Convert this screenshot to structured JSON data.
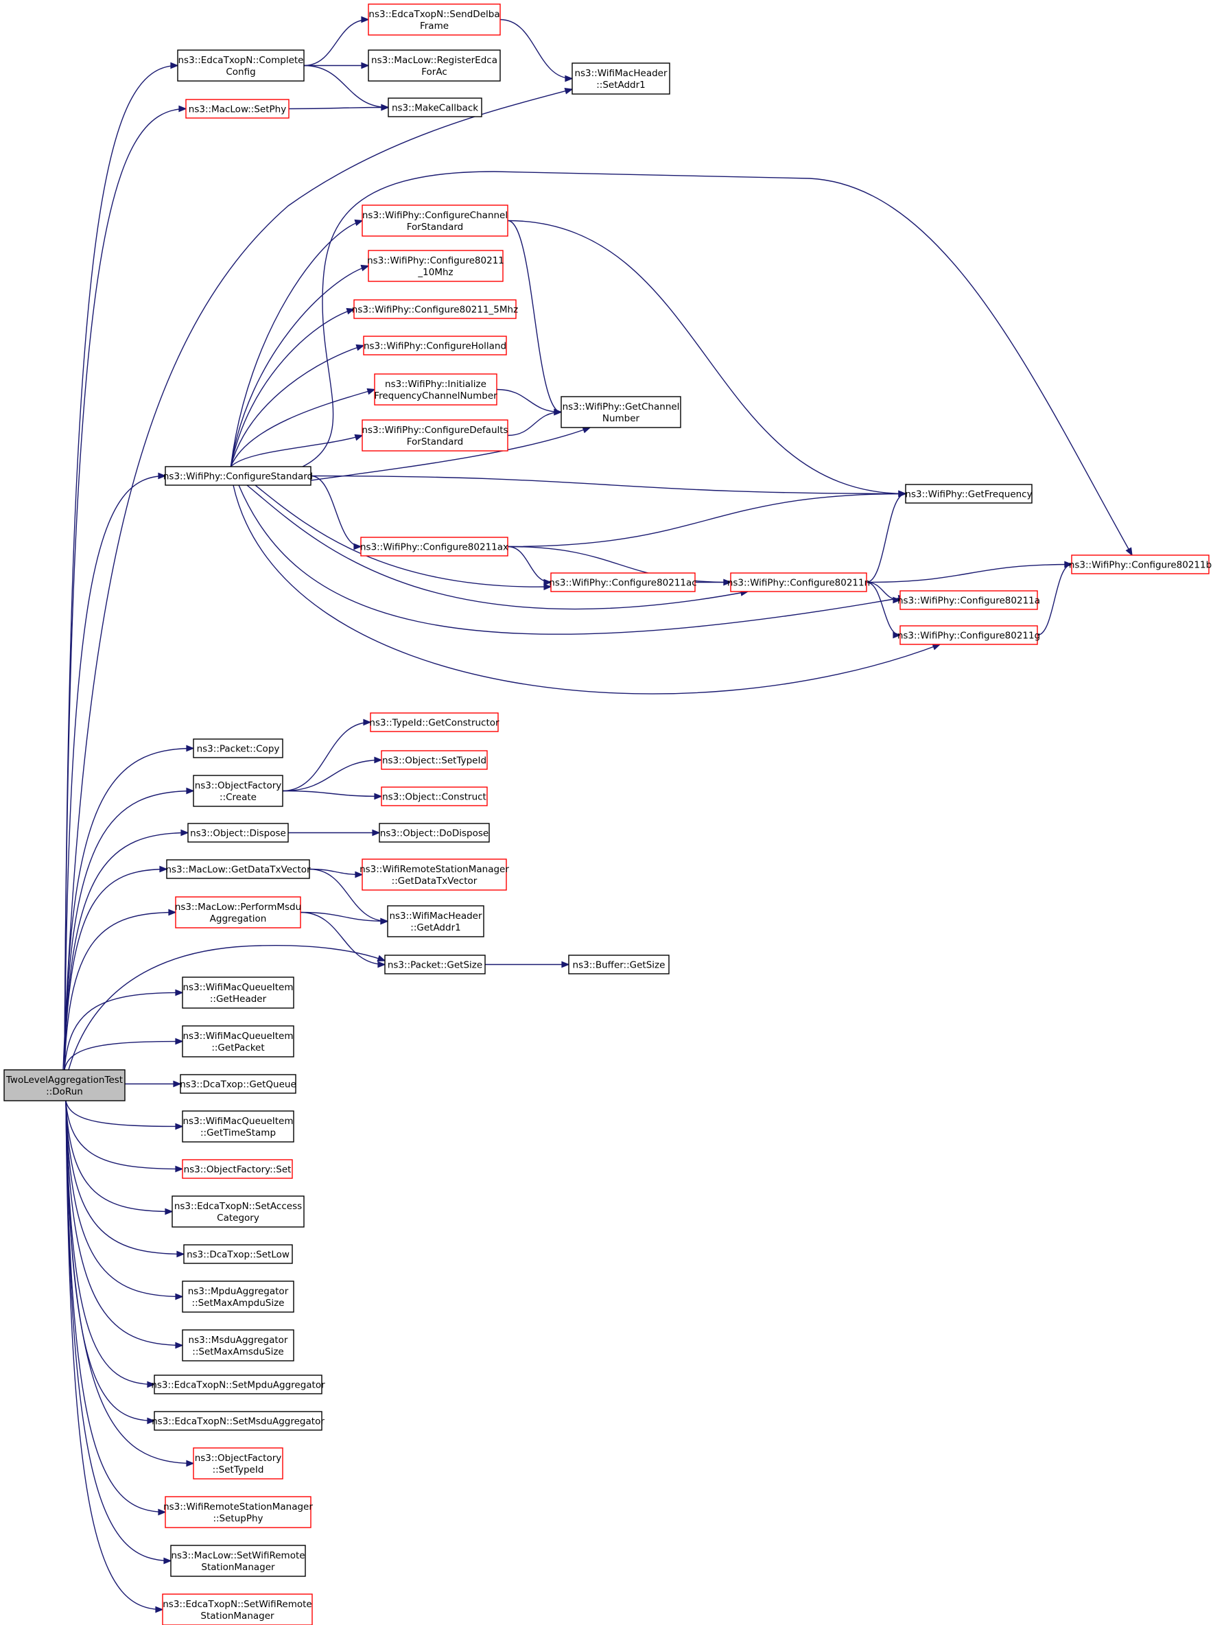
{
  "colors": {
    "edge": "#191970",
    "border_normal": "#000000",
    "border_truncated": "#ff0000",
    "root_fill": "#bfbfbf",
    "node_fill": "#ffffff"
  },
  "nodes": {
    "root": {
      "lines": [
        "TwoLevelAggregationTest",
        "::DoRun"
      ],
      "kind": "root"
    },
    "complete_config": {
      "lines": [
        "ns3::EdcaTxopN::Complete",
        "Config"
      ],
      "kind": "normal"
    },
    "send_delba": {
      "lines": [
        "ns3::EdcaTxopN::SendDelba",
        "Frame"
      ],
      "kind": "truncated"
    },
    "register_edca": {
      "lines": [
        "ns3::MacLow::RegisterEdca",
        "ForAc"
      ],
      "kind": "normal"
    },
    "make_callback": {
      "lines": [
        "ns3::MakeCallback"
      ],
      "kind": "normal"
    },
    "set_phy": {
      "lines": [
        "ns3::MacLow::SetPhy"
      ],
      "kind": "truncated"
    },
    "set_addr1": {
      "lines": [
        "ns3::WifiMacHeader",
        "::SetAddr1"
      ],
      "kind": "normal"
    },
    "configure_channel": {
      "lines": [
        "ns3::WifiPhy::ConfigureChannel",
        "ForStandard"
      ],
      "kind": "truncated"
    },
    "configure_10mhz": {
      "lines": [
        "ns3::WifiPhy::Configure80211",
        "_10Mhz"
      ],
      "kind": "truncated"
    },
    "configure_5mhz": {
      "lines": [
        "ns3::WifiPhy::Configure80211_5Mhz"
      ],
      "kind": "truncated"
    },
    "configure_holland": {
      "lines": [
        "ns3::WifiPhy::ConfigureHolland"
      ],
      "kind": "truncated"
    },
    "initialize_freq": {
      "lines": [
        "ns3::WifiPhy::Initialize",
        "FrequencyChannelNumber"
      ],
      "kind": "truncated"
    },
    "configure_defaults": {
      "lines": [
        "ns3::WifiPhy::ConfigureDefaults",
        "ForStandard"
      ],
      "kind": "truncated"
    },
    "get_channel_number": {
      "lines": [
        "ns3::WifiPhy::GetChannel",
        "Number"
      ],
      "kind": "normal"
    },
    "configure_standard": {
      "lines": [
        "ns3::WifiPhy::ConfigureStandard"
      ],
      "kind": "normal"
    },
    "get_frequency": {
      "lines": [
        "ns3::WifiPhy::GetFrequency"
      ],
      "kind": "normal"
    },
    "configure_ax": {
      "lines": [
        "ns3::WifiPhy::Configure80211ax"
      ],
      "kind": "truncated"
    },
    "configure_ac": {
      "lines": [
        "ns3::WifiPhy::Configure80211ac"
      ],
      "kind": "truncated"
    },
    "configure_n": {
      "lines": [
        "ns3::WifiPhy::Configure80211n"
      ],
      "kind": "truncated"
    },
    "configure_b": {
      "lines": [
        "ns3::WifiPhy::Configure80211b"
      ],
      "kind": "truncated"
    },
    "configure_a": {
      "lines": [
        "ns3::WifiPhy::Configure80211a"
      ],
      "kind": "truncated"
    },
    "configure_g": {
      "lines": [
        "ns3::WifiPhy::Configure80211g"
      ],
      "kind": "truncated"
    },
    "packet_copy": {
      "lines": [
        "ns3::Packet::Copy"
      ],
      "kind": "normal"
    },
    "get_constructor": {
      "lines": [
        "ns3::TypeId::GetConstructor"
      ],
      "kind": "truncated"
    },
    "object_factory_create": {
      "lines": [
        "ns3::ObjectFactory",
        "::Create"
      ],
      "kind": "normal"
    },
    "object_set_typeid": {
      "lines": [
        "ns3::Object::SetTypeId"
      ],
      "kind": "truncated"
    },
    "object_construct": {
      "lines": [
        "ns3::Object::Construct"
      ],
      "kind": "truncated"
    },
    "object_dispose": {
      "lines": [
        "ns3::Object::Dispose"
      ],
      "kind": "normal"
    },
    "object_do_dispose": {
      "lines": [
        "ns3::Object::DoDispose"
      ],
      "kind": "normal"
    },
    "get_data_tx_vector": {
      "lines": [
        "ns3::MacLow::GetDataTxVector"
      ],
      "kind": "normal"
    },
    "wrsm_get_data_tx_vector": {
      "lines": [
        "ns3::WifiRemoteStationManager",
        "::GetDataTxVector"
      ],
      "kind": "truncated"
    },
    "perform_msdu": {
      "lines": [
        "ns3::MacLow::PerformMsdu",
        "Aggregation"
      ],
      "kind": "truncated"
    },
    "get_addr1": {
      "lines": [
        "ns3::WifiMacHeader",
        "::GetAddr1"
      ],
      "kind": "normal"
    },
    "packet_get_size": {
      "lines": [
        "ns3::Packet::GetSize"
      ],
      "kind": "normal"
    },
    "buffer_get_size": {
      "lines": [
        "ns3::Buffer::GetSize"
      ],
      "kind": "normal"
    },
    "queue_item_header": {
      "lines": [
        "ns3::WifiMacQueueItem",
        "::GetHeader"
      ],
      "kind": "normal"
    },
    "queue_item_packet": {
      "lines": [
        "ns3::WifiMacQueueItem",
        "::GetPacket"
      ],
      "kind": "normal"
    },
    "dca_get_queue": {
      "lines": [
        "ns3::DcaTxop::GetQueue"
      ],
      "kind": "normal"
    },
    "queue_item_timestamp": {
      "lines": [
        "ns3::WifiMacQueueItem",
        "::GetTimeStamp"
      ],
      "kind": "normal"
    },
    "object_factory_set": {
      "lines": [
        "ns3::ObjectFactory::Set"
      ],
      "kind": "truncated"
    },
    "set_access_category": {
      "lines": [
        "ns3::EdcaTxopN::SetAccess",
        "Category"
      ],
      "kind": "normal"
    },
    "dca_set_low": {
      "lines": [
        "ns3::DcaTxop::SetLow"
      ],
      "kind": "normal"
    },
    "mpdu_set_max": {
      "lines": [
        "ns3::MpduAggregator",
        "::SetMaxAmpduSize"
      ],
      "kind": "normal"
    },
    "msdu_set_max": {
      "lines": [
        "ns3::MsduAggregator",
        "::SetMaxAmsduSize"
      ],
      "kind": "normal"
    },
    "set_mpdu_aggregator": {
      "lines": [
        "ns3::EdcaTxopN::SetMpduAggregator"
      ],
      "kind": "normal"
    },
    "set_msdu_aggregator": {
      "lines": [
        "ns3::EdcaTxopN::SetMsduAggregator"
      ],
      "kind": "normal"
    },
    "object_factory_set_typeid": {
      "lines": [
        "ns3::ObjectFactory",
        "::SetTypeId"
      ],
      "kind": "truncated"
    },
    "wrsm_setup_phy": {
      "lines": [
        "ns3::WifiRemoteStationManager",
        "::SetupPhy"
      ],
      "kind": "truncated"
    },
    "maclow_set_wrsm": {
      "lines": [
        "ns3::MacLow::SetWifiRemote",
        "StationManager"
      ],
      "kind": "normal"
    },
    "edca_set_wrsm": {
      "lines": [
        "ns3::EdcaTxopN::SetWifiRemote",
        "StationManager"
      ],
      "kind": "truncated"
    }
  },
  "edges": [
    [
      "root",
      "complete_config"
    ],
    [
      "root",
      "set_phy"
    ],
    [
      "root",
      "set_addr1"
    ],
    [
      "root",
      "configure_standard"
    ],
    [
      "root",
      "packet_copy"
    ],
    [
      "root",
      "object_factory_create"
    ],
    [
      "root",
      "object_dispose"
    ],
    [
      "root",
      "get_data_tx_vector"
    ],
    [
      "root",
      "perform_msdu"
    ],
    [
      "root",
      "packet_get_size"
    ],
    [
      "root",
      "queue_item_header"
    ],
    [
      "root",
      "queue_item_packet"
    ],
    [
      "root",
      "dca_get_queue"
    ],
    [
      "root",
      "queue_item_timestamp"
    ],
    [
      "root",
      "object_factory_set"
    ],
    [
      "root",
      "set_access_category"
    ],
    [
      "root",
      "dca_set_low"
    ],
    [
      "root",
      "mpdu_set_max"
    ],
    [
      "root",
      "msdu_set_max"
    ],
    [
      "root",
      "set_mpdu_aggregator"
    ],
    [
      "root",
      "set_msdu_aggregator"
    ],
    [
      "root",
      "object_factory_set_typeid"
    ],
    [
      "root",
      "wrsm_setup_phy"
    ],
    [
      "root",
      "maclow_set_wrsm"
    ],
    [
      "root",
      "edca_set_wrsm"
    ],
    [
      "complete_config",
      "send_delba"
    ],
    [
      "complete_config",
      "register_edca"
    ],
    [
      "complete_config",
      "make_callback"
    ],
    [
      "send_delba",
      "set_addr1"
    ],
    [
      "set_phy",
      "make_callback"
    ],
    [
      "configure_standard",
      "configure_channel"
    ],
    [
      "configure_standard",
      "configure_10mhz"
    ],
    [
      "configure_standard",
      "configure_5mhz"
    ],
    [
      "configure_standard",
      "configure_holland"
    ],
    [
      "configure_standard",
      "initialize_freq"
    ],
    [
      "configure_standard",
      "configure_defaults"
    ],
    [
      "configure_standard",
      "get_channel_number"
    ],
    [
      "configure_standard",
      "get_frequency"
    ],
    [
      "configure_standard",
      "configure_ax"
    ],
    [
      "configure_standard",
      "configure_ac"
    ],
    [
      "configure_standard",
      "configure_n"
    ],
    [
      "configure_standard",
      "configure_a"
    ],
    [
      "configure_standard",
      "configure_g"
    ],
    [
      "configure_standard",
      "configure_b"
    ],
    [
      "configure_channel",
      "get_channel_number"
    ],
    [
      "configure_channel",
      "get_frequency"
    ],
    [
      "initialize_freq",
      "get_channel_number"
    ],
    [
      "configure_defaults",
      "get_channel_number"
    ],
    [
      "configure_ax",
      "get_frequency"
    ],
    [
      "configure_ax",
      "configure_ac"
    ],
    [
      "configure_ax",
      "configure_n"
    ],
    [
      "configure_ac",
      "configure_n"
    ],
    [
      "configure_n",
      "get_frequency"
    ],
    [
      "configure_n",
      "configure_b"
    ],
    [
      "configure_n",
      "configure_a"
    ],
    [
      "configure_n",
      "configure_g"
    ],
    [
      "configure_g",
      "configure_b"
    ],
    [
      "object_factory_create",
      "get_constructor"
    ],
    [
      "object_factory_create",
      "object_set_typeid"
    ],
    [
      "object_factory_create",
      "object_construct"
    ],
    [
      "object_dispose",
      "object_do_dispose"
    ],
    [
      "get_data_tx_vector",
      "wrsm_get_data_tx_vector"
    ],
    [
      "get_data_tx_vector",
      "get_addr1"
    ],
    [
      "perform_msdu",
      "get_addr1"
    ],
    [
      "perform_msdu",
      "packet_get_size"
    ],
    [
      "packet_get_size",
      "buffer_get_size"
    ]
  ]
}
